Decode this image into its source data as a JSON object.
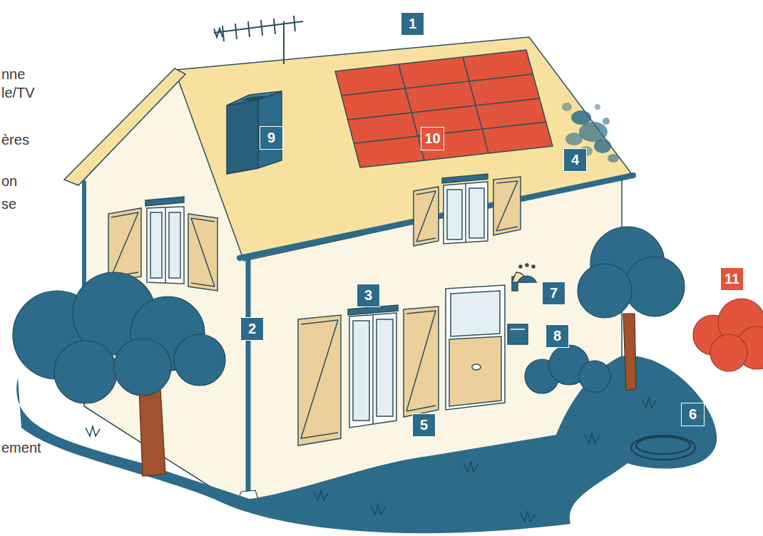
{
  "diagram": {
    "labels": [
      "nne",
      "le/TV",
      "ères",
      "on",
      "se",
      "ement",
      "1",
      "2",
      "3",
      "4",
      "5",
      "6",
      "7",
      "8",
      "9",
      "10",
      "11"
    ]
  }
}
